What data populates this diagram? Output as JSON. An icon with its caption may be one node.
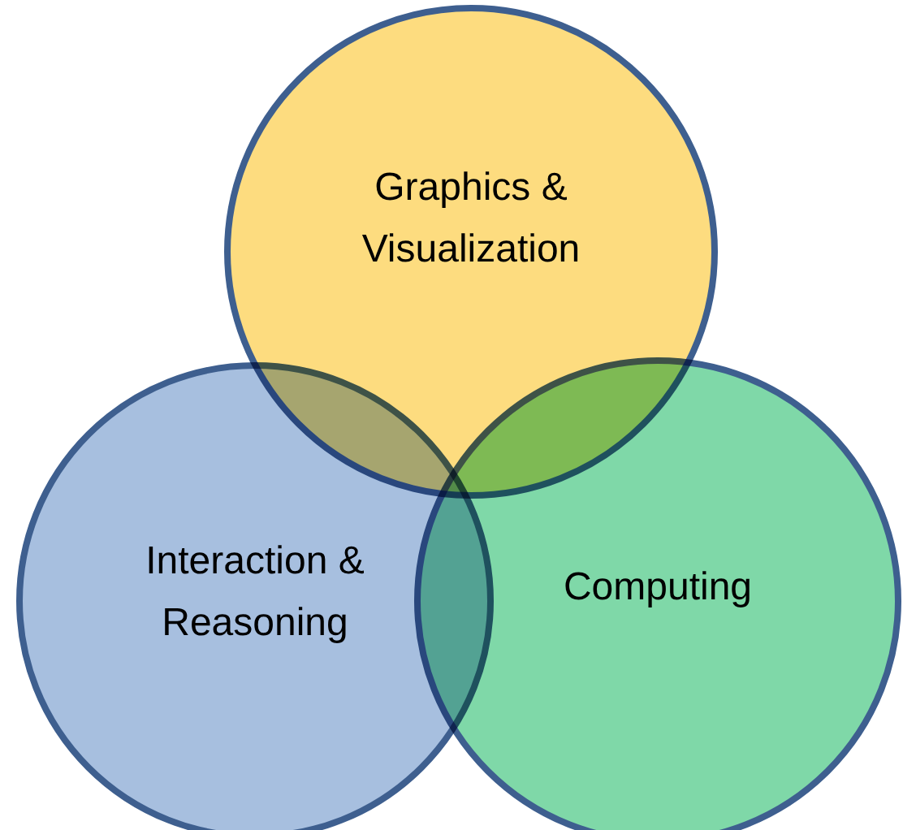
{
  "diagram": {
    "nodes": [
      {
        "text": [
          "Graphics & Visualization"
        ]
      },
      {
        "text": [
          "Interaction & Reasoning"
        ]
      },
      {
        "text": [
          "Computing"
        ]
      }
    ]
  }
}
